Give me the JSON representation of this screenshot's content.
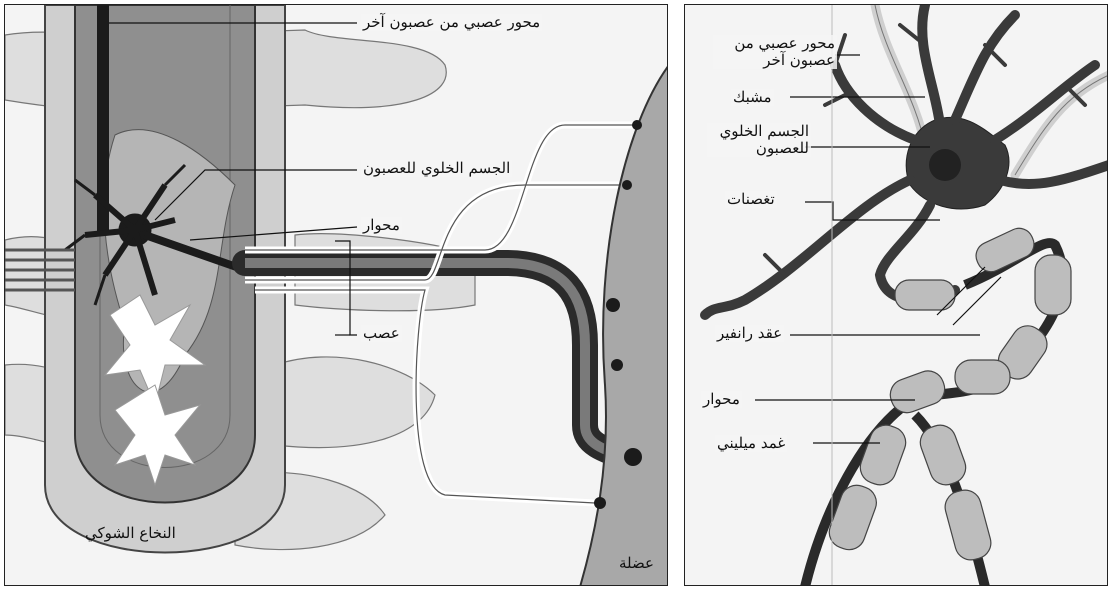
{
  "left_panel": {
    "labels": {
      "axon_from_other_neuron": "محور عصبي من عصبون آخر",
      "cell_body": "الجسم الخلوي للعصبون",
      "axon": "محوار",
      "nerve": "عصب",
      "spinal_cord": "النخاع الشوكي",
      "muscle": "عضلة"
    }
  },
  "right_panel": {
    "labels": {
      "axon_from_other_neuron": "محور عصبي من عصبون آخر",
      "synapse": "مشبك",
      "cell_body": "الجسم الخلوي للعصبون",
      "dendrites": "تغصنات",
      "nodes_of_ranvier": "عقد رانفير",
      "axon": "محوار",
      "myelin_sheath": "غمد ميليني"
    }
  },
  "colors": {
    "background": "#f4f4f4",
    "ink": "#111111",
    "bone": "#d8d8d8",
    "cord": "#9a9a9a",
    "neuron": "#333333",
    "myelin": "#bdbdbd"
  }
}
